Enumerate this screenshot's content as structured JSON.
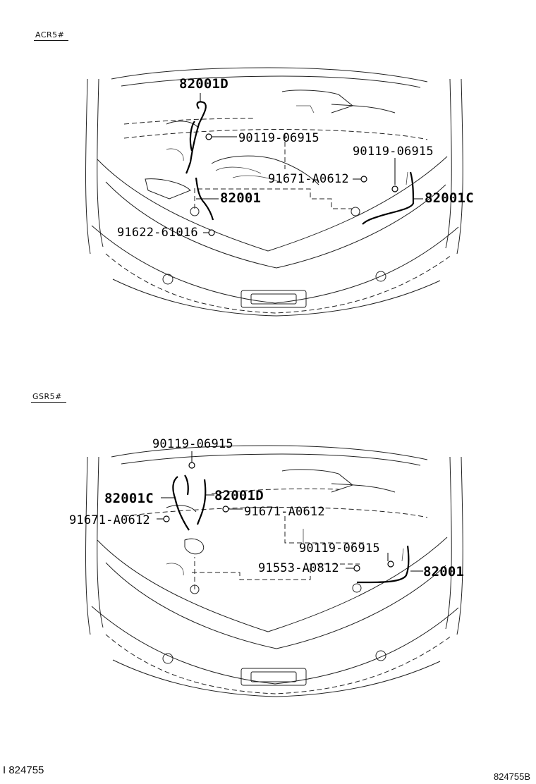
{
  "diagrams": [
    {
      "label": "ACR5#",
      "parts": {
        "harness_d": "82001D",
        "bolt_upper_left": "90119-06915",
        "bolt_upper_right": "90119-06915",
        "clip_center": "91671-A0612",
        "harness_main": "82001",
        "harness_c": "82001C",
        "bolt_lower_left": "91622-61016"
      }
    },
    {
      "label": "GSR5#",
      "parts": {
        "bolt_top": "90119-06915",
        "harness_c": "82001C",
        "harness_d": "82001D",
        "clip_center": "91671-A0612",
        "clip_left": "91671-A0612",
        "bolt_right": "90119-06915",
        "bolt_lower": "91553-A0812",
        "harness_main": "82001"
      }
    }
  ],
  "footer": {
    "left_code": "I 824755",
    "right_code": "824755B"
  }
}
